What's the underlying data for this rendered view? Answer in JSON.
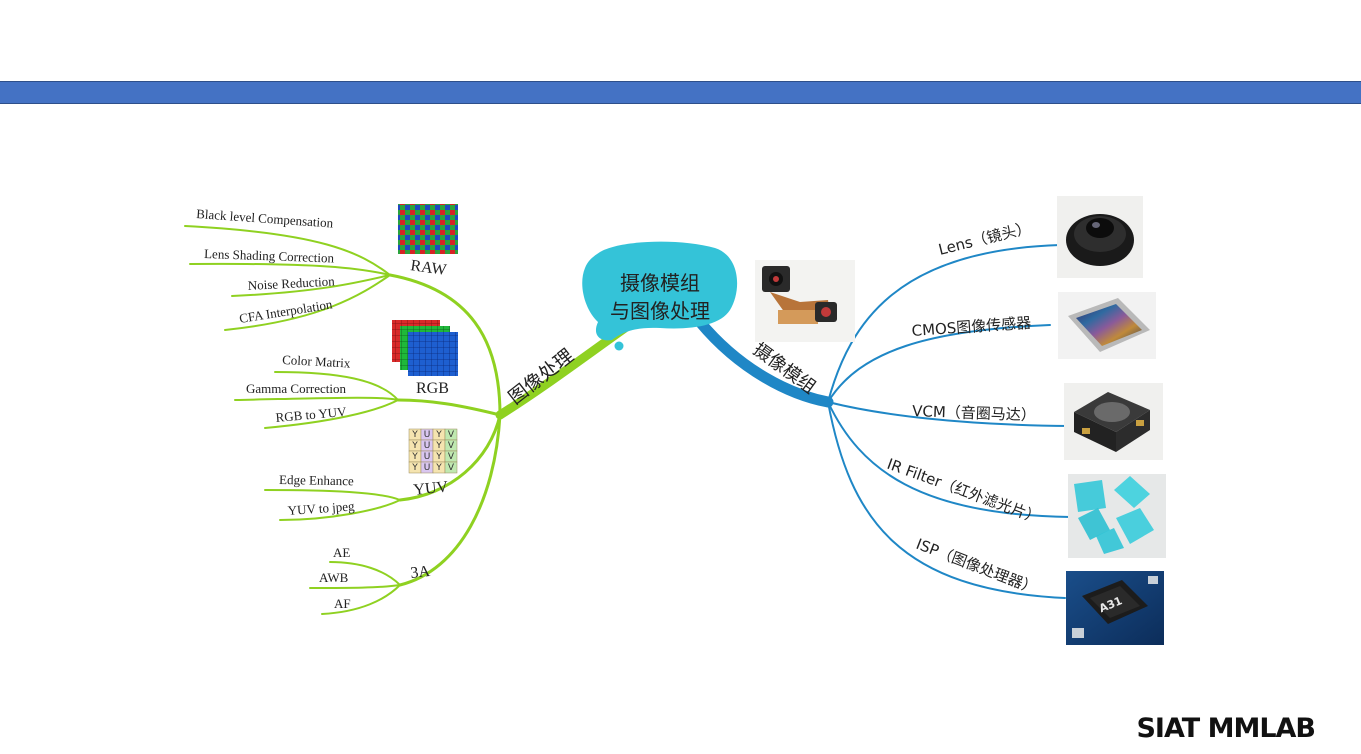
{
  "center": {
    "line1": "摄像模组",
    "line2": "与图像处理"
  },
  "left": {
    "branch_label": "图像处理",
    "groups": [
      {
        "label": "RAW",
        "items": [
          "Black level Compensation",
          "Lens Shading Correction",
          "Noise Reduction",
          "CFA Interpolation"
        ]
      },
      {
        "label": "RGB",
        "items": [
          "Color Matrix",
          "Gamma Correction",
          "RGB to YUV"
        ]
      },
      {
        "label": "YUV",
        "items": [
          "Edge Enhance",
          "YUV to jpeg"
        ],
        "grid": [
          "Y",
          "U",
          "Y",
          "V"
        ]
      },
      {
        "label": "3A",
        "items": [
          "AE",
          "AWB",
          "AF"
        ]
      }
    ]
  },
  "right": {
    "branch_label": "摄像模组",
    "items": [
      "Lens（镜头）",
      "CMOS图像传感器",
      "VCM（音圈马达）",
      "IR Filter（红外滤光片）",
      "ISP（图像处理器）"
    ],
    "chip_text": "A31"
  },
  "colors": {
    "topbar": "#4472c4",
    "green_branch": "#8fd121",
    "blue_branch": "#1f87c6",
    "cloud": "#34c3d8"
  },
  "footer": {
    "brand": "SIAT MMLAB"
  }
}
